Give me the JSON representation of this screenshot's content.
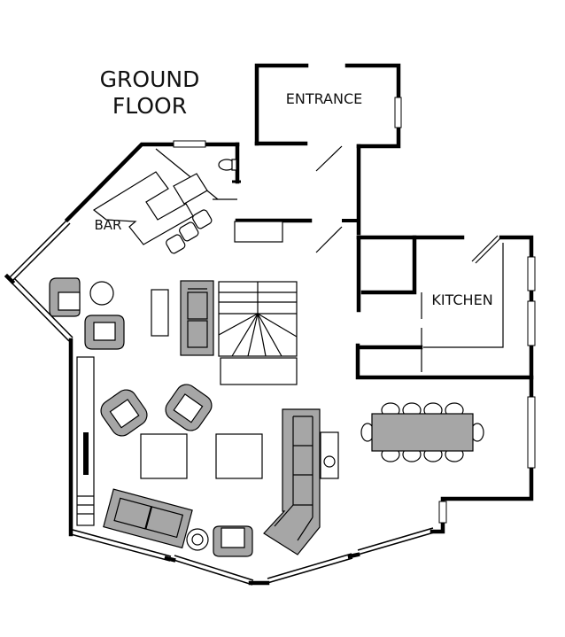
{
  "labels": {
    "title_line1": "GROUND",
    "title_line2": "FLOOR",
    "entrance": "ENTRANCE",
    "bar": "BAR",
    "kitchen": "KITCHEN"
  },
  "colors": {
    "wall": "#000000",
    "furniture_fill": "#a6a6a6",
    "background": "#ffffff"
  }
}
